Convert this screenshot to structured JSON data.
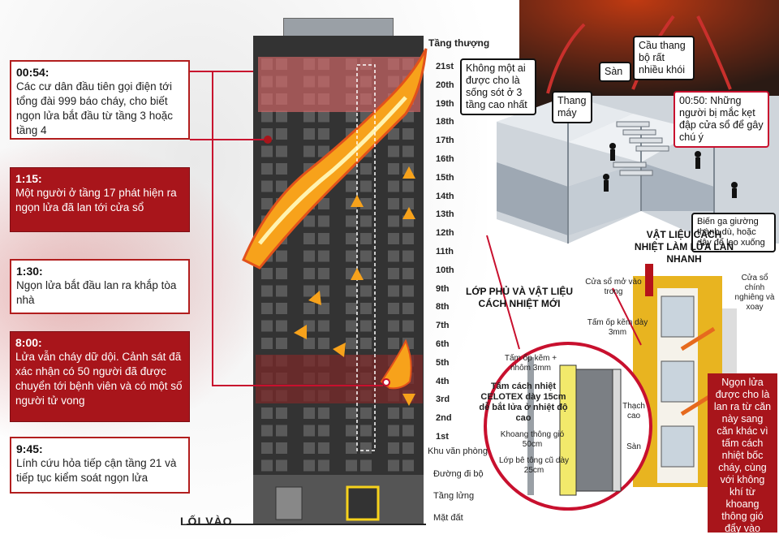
{
  "timeline": [
    {
      "time": "00:54:",
      "text": "Các cư dân đầu tiên gọi điện tới tổng đài 999 báo cháy, cho biết ngọn lửa bắt đầu từ tầng 3 hoặc tầng 4"
    },
    {
      "time": "1:15:",
      "text": "Một người ở tầng 17 phát hiện ra ngọn lửa đã lan tới cửa sổ"
    },
    {
      "time": "1:30:",
      "text": "Ngọn lửa bắt đầu lan ra khắp tòa nhà"
    },
    {
      "time": "8:00:",
      "text": "Lửa vẫn cháy dữ dội. Cảnh sát đã xác nhận có 50 người đã được chuyển tới bệnh viên và có một số người tử vong"
    },
    {
      "time": "9:45:",
      "text": "Lính cứu hỏa tiếp cận tầng 21 và tiếp tục kiểm soát ngọn lửa"
    }
  ],
  "levels": {
    "top": "Tầng thượng",
    "floors": [
      "21st",
      "20th",
      "19th",
      "18th",
      "17th",
      "16th",
      "15th",
      "14th",
      "13th",
      "12th",
      "11th",
      "10th",
      "9th",
      "8th",
      "7th",
      "6th",
      "5th",
      "4th",
      "3rd",
      "2nd",
      "1st"
    ],
    "lower": [
      "Khu văn phòng",
      "Đường đi bộ",
      "Tầng lửng",
      "Mặt đất"
    ]
  },
  "entrance": "LỐI VÀO",
  "callouts": {
    "no_survivors": "Không một ai được cho là sống sót ở 3 tầng cao nhất",
    "stairs": "Cầu thang bộ rất nhiều khói",
    "floor": "Sàn",
    "elevator": "Thang máy",
    "windows_0050": "00:50: Những người bị mắc kẹt đập cửa sổ để gây chú ý",
    "bedsheets": "Biến ga giường thành dù, hoặc dây để leo xuống"
  },
  "insulation": {
    "title": "VẬT LIỆU CÁCH NHIỆT LÀM LỬA LAN NHANH",
    "window_open": "Cửa sổ mở vào trong",
    "window_tilt": "Cửa sổ chính nghiêng và xoay",
    "panel": "Tấm ốp kẽm dày 3mm",
    "spread_note": "Ngọn lửa được cho là lan ra từ căn này sang căn khác vì tấm cách nhiệt bốc cháy, cùng với không khí từ khoang thông gió đẩy vào"
  },
  "cladding": {
    "title": "LỚP PHỦ VÀ VẬT LIỆU CÁCH NHIỆT MỚI",
    "panel": "Tấm ốp kẽm + nhôm 3mm",
    "celotex": "Tấm cách nhiệt CELOTEX dày 15cm dễ bắt lửa ở nhiệt độ cao",
    "cavity": "Khoang thông gió 50cm",
    "concrete": "Lớp bê tông cũ dày 25cm",
    "plaster": "Thạch cao",
    "floor": "Sàn"
  },
  "colors": {
    "accent_red": "#a8151b",
    "flame": "#f7a21b",
    "building": "#333333"
  }
}
